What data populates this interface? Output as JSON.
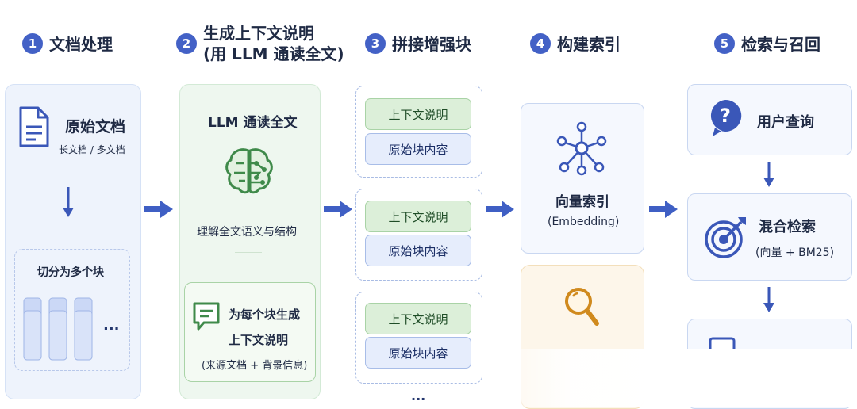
{
  "steps": [
    {
      "num": "1",
      "title": "文档处理"
    },
    {
      "num": "2",
      "title": "生成上下文说明",
      "subtitle": "(用 LLM 通读全文)"
    },
    {
      "num": "3",
      "title": "拼接增强块"
    },
    {
      "num": "4",
      "title": "构建索引"
    },
    {
      "num": "5",
      "title": "检索与召回"
    }
  ],
  "col1": {
    "doc_title": "原始文档",
    "doc_sub": "长文档 / 多文档",
    "split_label": "切分为多个块",
    "ellipsis": "..."
  },
  "col2": {
    "llm_title": "LLM 通读全文",
    "understand": "理解全文语义与结构",
    "gen_line1": "为每个块生成",
    "gen_line2": "上下文说明",
    "gen_line3": "(来源文档 + 背景信息)"
  },
  "col3": {
    "blocks": [
      {
        "context": "上下文说明",
        "content": "原始块内容"
      },
      {
        "context": "上下文说明",
        "content": "原始块内容"
      },
      {
        "context": "上下文说明",
        "content": "原始块内容"
      }
    ],
    "ellipsis": "..."
  },
  "col4": {
    "vector_title": "向量索引",
    "vector_sub": "(Embedding)"
  },
  "col5": {
    "query": "用户查询",
    "hybrid_title": "混合检索",
    "hybrid_sub": "(向量 + BM25)"
  },
  "colors": {
    "accent": "#4361c6",
    "green": "#3f8a4a",
    "orange": "#d08a1e",
    "navy": "#24376e"
  }
}
